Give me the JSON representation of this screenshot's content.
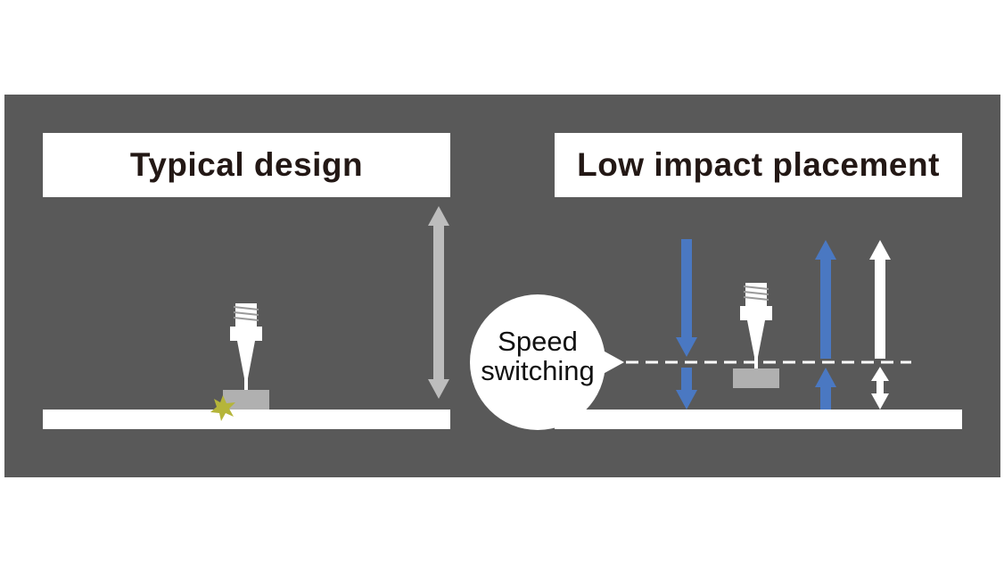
{
  "left_panel": {
    "title": "Typical design"
  },
  "right_panel": {
    "title": "Low impact placement",
    "bubble": {
      "line1": "Speed",
      "line2": "switching"
    }
  },
  "colors": {
    "background": "#595959",
    "panel_white": "#ffffff",
    "arrow_blue": "#4a78c2",
    "arrow_gray": "#bdbdbd",
    "part_gray": "#b0b0b0",
    "impact_star": "#b5b53a"
  },
  "icons": [
    "nozzle-icon",
    "component-block-icon",
    "impact-star-icon",
    "up-arrow-icon",
    "down-arrow-icon",
    "double-arrow-icon"
  ]
}
